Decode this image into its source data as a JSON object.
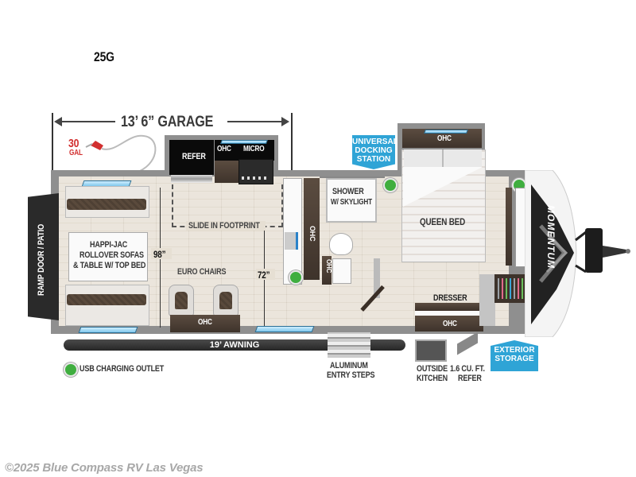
{
  "model": "25G",
  "garage": {
    "label": "13’ 6” GARAGE",
    "fuel_capacity": "30",
    "fuel_unit": "GAL"
  },
  "rooms": {
    "refer": "REFER",
    "ohc_kitchen": "OHC",
    "micro": "MICRO",
    "slide_footprint": "SLIDE IN FOOTPRINT",
    "ramp_door": "RAMP DOOR / PATIO",
    "sofas": [
      "HAPPI-JAC",
      "ROLLOVER SOFAS",
      "& TABLE w/ TOP BED"
    ],
    "width_98": "98”",
    "width_72": "72”",
    "euro_chairs": "EURO CHAIRS",
    "ohc_front": "OHC",
    "ohc_vertical_1": "OHC",
    "ohc_vertical_2": "OHC",
    "shower": [
      "SHOWER",
      "w/ SKYLIGHT"
    ],
    "docking_station": [
      "UNIVERSAL",
      "DOCKING",
      "STATION"
    ],
    "ohc_bed": "OHC",
    "queen_bed": "QUEEN BED",
    "dresser": "DRESSER",
    "ohc_dresser": "OHC",
    "exterior_storage": [
      "EXTERIOR",
      "STORAGE"
    ]
  },
  "exterior": {
    "awning": "19’ AWNING",
    "entry_steps": [
      "ALUMINUM",
      "ENTRY STEPS"
    ],
    "outside_kitchen": [
      "OUTSIDE",
      "KITCHEN"
    ],
    "refer_size": [
      "1.6 CU. FT.",
      "REFER"
    ]
  },
  "legend": {
    "usb_label": "USB CHARGING OUTLET",
    "usb_color": "#3fae3f"
  },
  "colors": {
    "accent_blue": "#2fa4d6",
    "fuel_red": "#d22f2f"
  },
  "footer": "©2025 Blue Compass RV Las Vegas"
}
